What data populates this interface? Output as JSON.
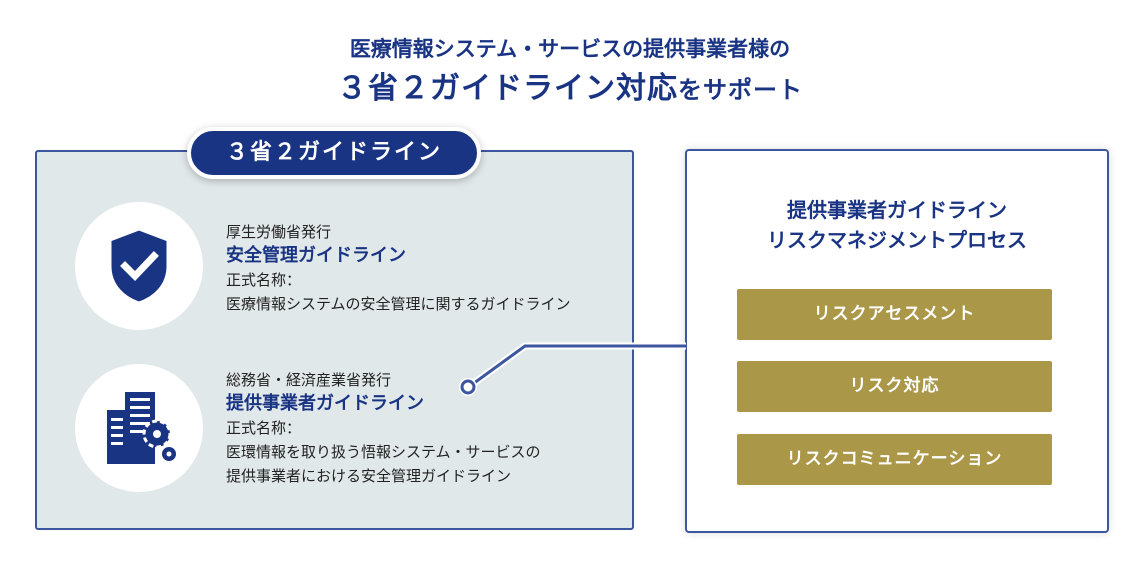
{
  "header": {
    "line1": "医療情報システム・サービスの提供事業者様の",
    "line2_main": "３省２ガイドライン対応",
    "line2_tail": "をサポート"
  },
  "left_panel": {
    "badge": "３省２ガイドライン",
    "items": [
      {
        "issuer": "厚生労働省発行",
        "name": "安全管理ガイドライン",
        "formal_label": "正式名称：",
        "formal_lines": [
          "医療情報システムの安全管理に関するガイドライン"
        ]
      },
      {
        "issuer": "総務省・経済産業省発行",
        "name": "提供事業者ガイドライン",
        "formal_label": "正式名称：",
        "formal_lines": [
          "医環情報を取り扱う悟報システム・サービスの",
          "提供事業者における安全管理ガイドライン"
        ]
      }
    ]
  },
  "right_panel": {
    "title_lines": [
      "提供事業者ガイドライン",
      "リスクマネジメントプロセス"
    ],
    "steps": [
      "リスクアセスメント",
      "リスク対応",
      "リスクコミュニケーション"
    ]
  },
  "colors": {
    "navy": "#1a3484",
    "gold": "#ab9748",
    "panel_bg": "#e1e8ea",
    "border": "#3d56a0"
  }
}
